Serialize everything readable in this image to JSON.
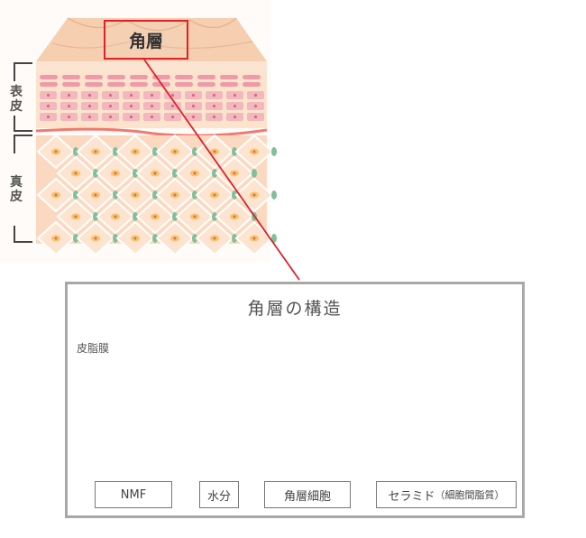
{
  "skin": {
    "callout_label": "角層",
    "side_labels": {
      "epidermis": [
        "表",
        "皮"
      ],
      "dermis": [
        "真",
        "皮"
      ]
    }
  },
  "panel": {
    "title": "角層の構造",
    "sebum_label": "皮脂膜",
    "labels": {
      "nmf": "NMF",
      "water": "水分",
      "corneocyte": "角層細胞",
      "ceramide": "セラミド",
      "ceramide_note": "（細胞間脂質）"
    }
  },
  "colors": {
    "callout": "#e0202a",
    "skin_surface": "#f4c9a8",
    "epidermis_cells": "#f3b8bd",
    "dermis_fill": "#fbd9c0",
    "fiber_green": "#7fbf9a",
    "lipid_dot_blue": "#7cc6e0",
    "lipid_dot_pink": "#e0609a",
    "panel_border": "#a8a8a8"
  }
}
